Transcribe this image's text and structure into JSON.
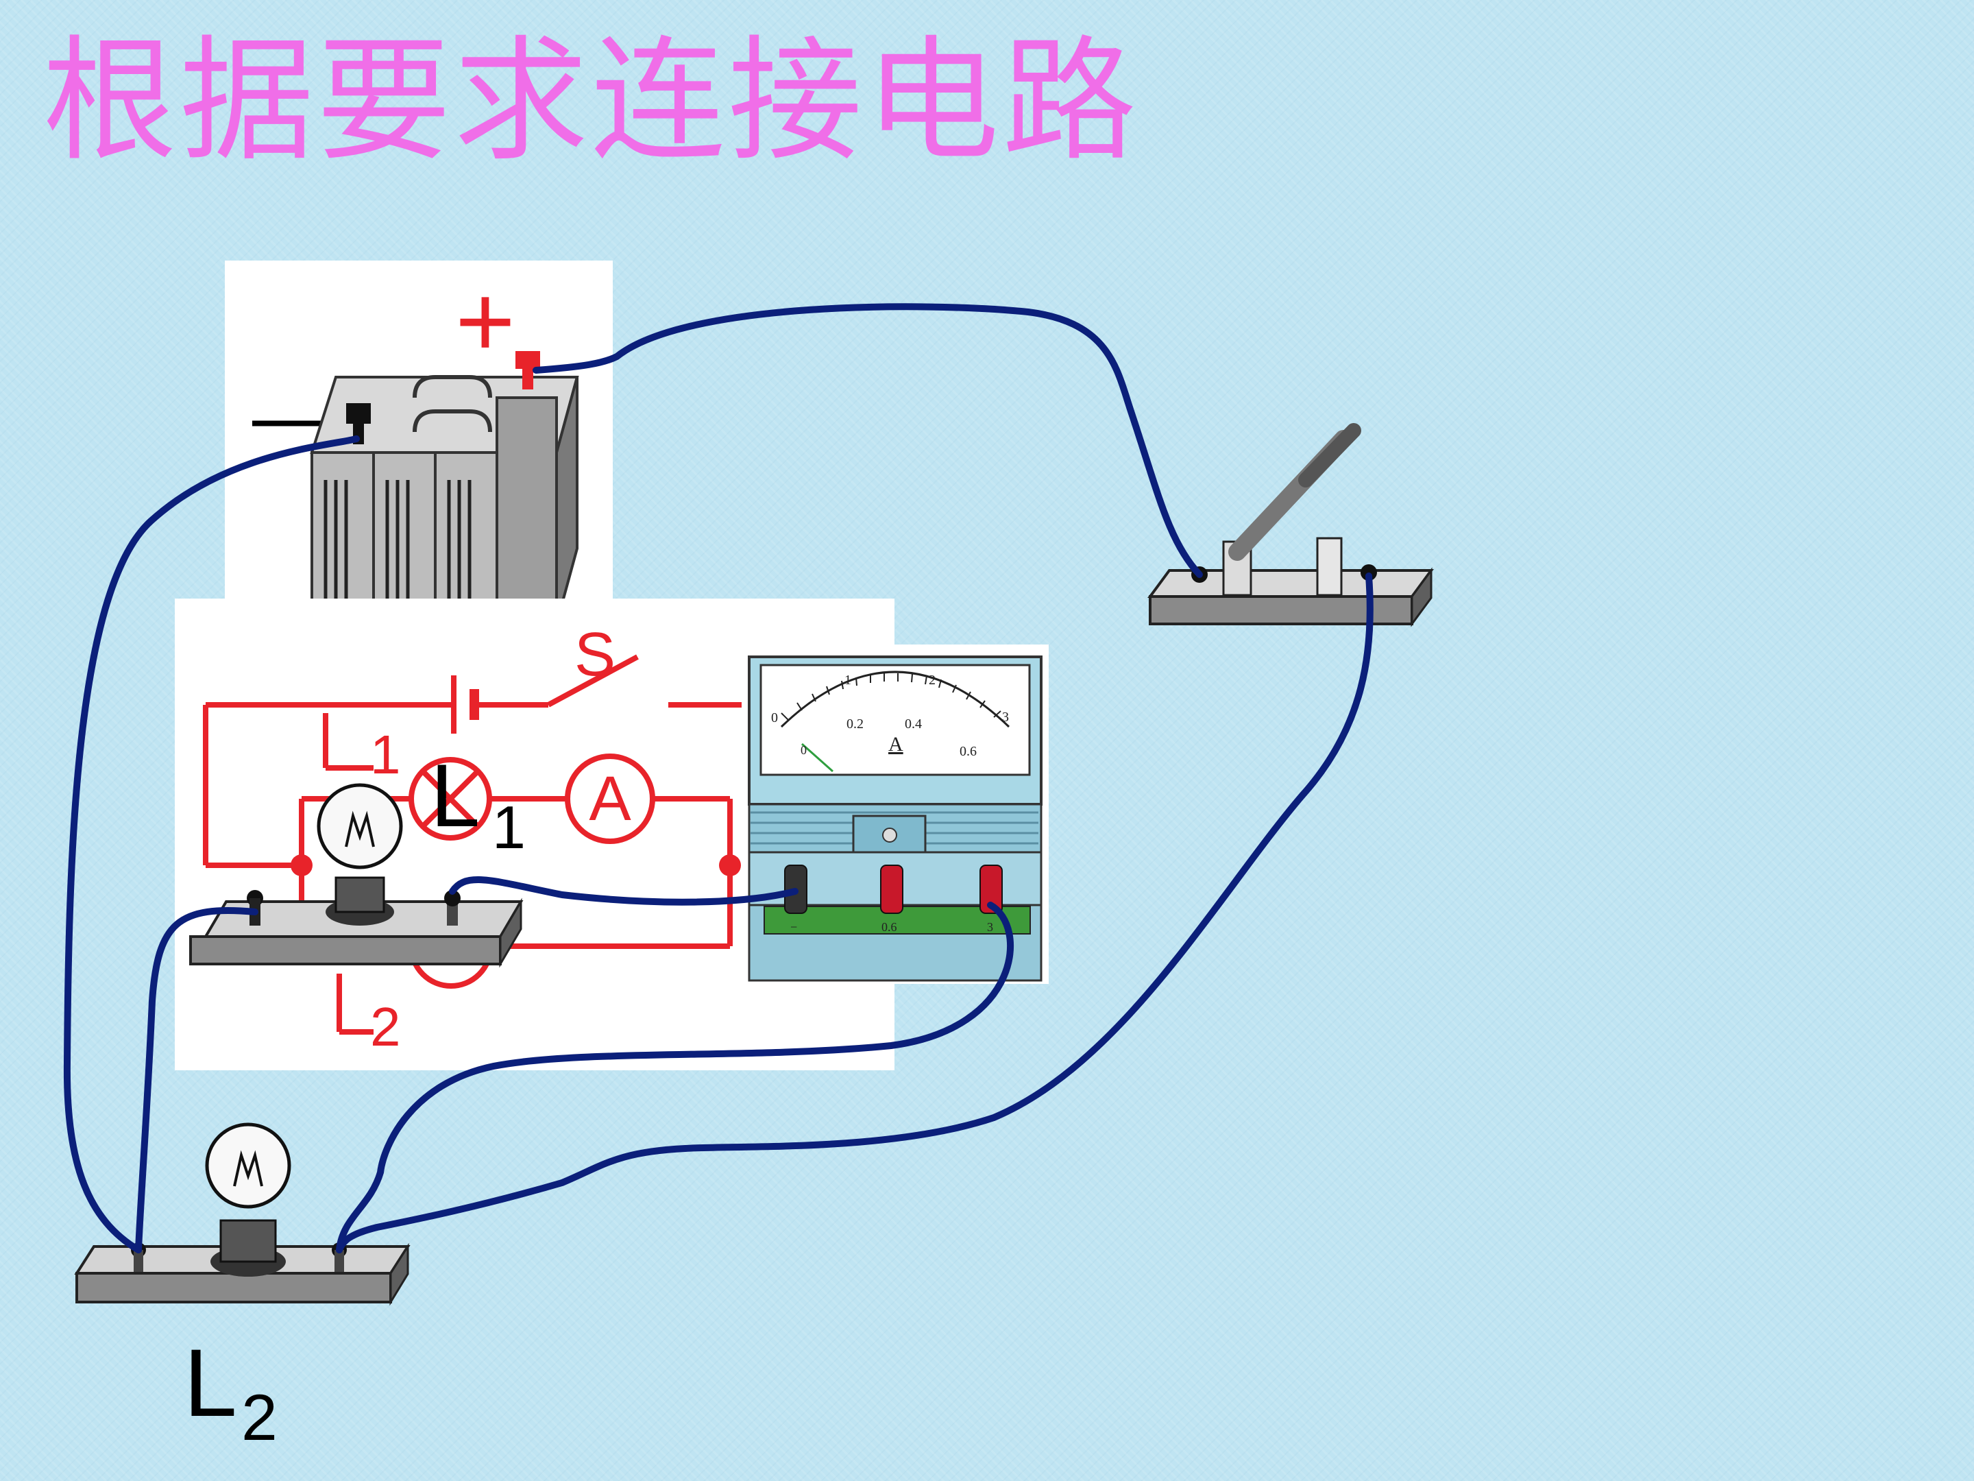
{
  "title": "根据要求连接电路",
  "battery": {
    "plus_sign": "+",
    "minus_sign": "—"
  },
  "schematic": {
    "switch_label": "S",
    "lamp1_label": "L",
    "lamp1_sub": "1",
    "lamp2_label": "L",
    "lamp2_sub": "2",
    "ammeter_symbol": "A"
  },
  "ammeter": {
    "upper_scale": [
      "0",
      "1",
      "2",
      "3"
    ],
    "lower_scale": [
      "0",
      "0.2",
      "0.4",
      "0.6"
    ],
    "unit": "A",
    "terminals": [
      "−",
      "0.6",
      "3"
    ]
  },
  "labels": {
    "L1": {
      "letter": "L",
      "subscript": "1"
    },
    "L2": {
      "letter": "L",
      "subscript": "2"
    }
  },
  "colors": {
    "title": "#f06ee8",
    "wire": "#0b1f7a",
    "schematic": "#e8232a",
    "background": "#bfe4f2"
  }
}
